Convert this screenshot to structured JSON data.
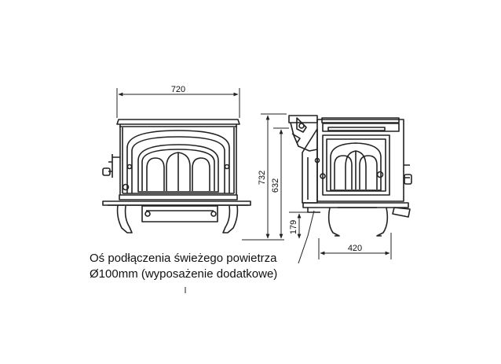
{
  "dimensions": {
    "width_label": "720",
    "height_total_label": "732",
    "height_flue_label": "632",
    "height_inlet_label": "179",
    "depth_label": "420"
  },
  "annotation": {
    "line1": "Oś podłączenia świeżego powietrza",
    "line2": "Ø100mm (wyposażenie dodatkowe)"
  },
  "colors": {
    "line": "#222222",
    "background": "#ffffff"
  }
}
